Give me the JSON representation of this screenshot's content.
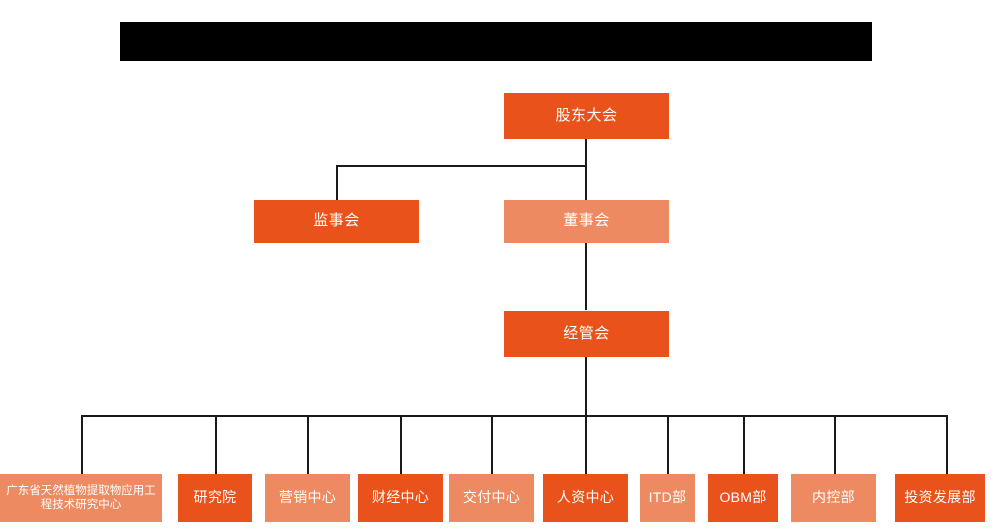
{
  "page": {
    "background_color": "#ffffff",
    "title_bar": {
      "name": "redacted-title-bar",
      "color": "#000000",
      "text": ""
    }
  },
  "colors": {
    "deep_orange": "#e9531b",
    "light_orange": "#ed8a61",
    "line": "#1a1a1a",
    "text": "#ffffff"
  },
  "chart_data": {
    "type": "diagram",
    "title": "",
    "levels": [
      {
        "level": 1,
        "nodes": [
          {
            "id": "shareholders",
            "label": "股东大会",
            "tone": "deep"
          }
        ]
      },
      {
        "level": 2,
        "nodes": [
          {
            "id": "supervisors",
            "label": "监事会",
            "tone": "deep"
          },
          {
            "id": "board",
            "label": "董事会",
            "tone": "light"
          }
        ]
      },
      {
        "level": 3,
        "nodes": [
          {
            "id": "management",
            "label": "经管会",
            "tone": "deep"
          }
        ]
      },
      {
        "level": 4,
        "nodes": [
          {
            "id": "eng-center",
            "label": "广东省天然植物提取物应用工程技术研究中心",
            "tone": "light"
          },
          {
            "id": "research-institute",
            "label": "研究院",
            "tone": "deep"
          },
          {
            "id": "marketing-center",
            "label": "营销中心",
            "tone": "light"
          },
          {
            "id": "finance-center",
            "label": "财经中心",
            "tone": "deep"
          },
          {
            "id": "delivery-center",
            "label": "交付中心",
            "tone": "light"
          },
          {
            "id": "hr-center",
            "label": "人资中心",
            "tone": "deep"
          },
          {
            "id": "itd-dept",
            "label": "ITD部",
            "tone": "light"
          },
          {
            "id": "obm-dept",
            "label": "OBM部",
            "tone": "deep"
          },
          {
            "id": "internal-control-dept",
            "label": "内控部",
            "tone": "light"
          },
          {
            "id": "investment-dev-dept",
            "label": "投资发展部",
            "tone": "deep"
          }
        ]
      }
    ],
    "edges": [
      {
        "from": "shareholders",
        "to": "supervisors"
      },
      {
        "from": "shareholders",
        "to": "board"
      },
      {
        "from": "board",
        "to": "management"
      },
      {
        "from": "management",
        "to": "eng-center"
      },
      {
        "from": "management",
        "to": "research-institute"
      },
      {
        "from": "management",
        "to": "marketing-center"
      },
      {
        "from": "management",
        "to": "finance-center"
      },
      {
        "from": "management",
        "to": "delivery-center"
      },
      {
        "from": "management",
        "to": "hr-center"
      },
      {
        "from": "management",
        "to": "itd-dept"
      },
      {
        "from": "management",
        "to": "obm-dept"
      },
      {
        "from": "management",
        "to": "internal-control-dept"
      },
      {
        "from": "management",
        "to": "investment-dev-dept"
      }
    ]
  }
}
